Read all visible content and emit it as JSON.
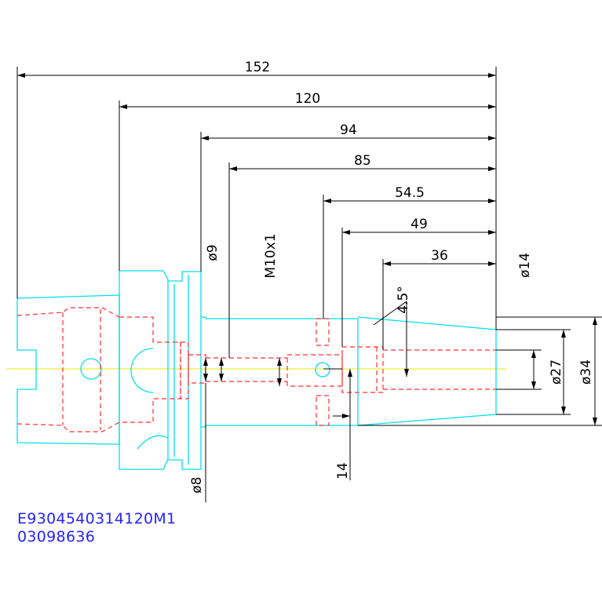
{
  "dimensions": {
    "len_152": "152",
    "len_120": "120",
    "len_94": "94",
    "len_85": "85",
    "len_54_5": "54.5",
    "len_49": "49",
    "len_36": "36",
    "dia_9": "ø9",
    "thread": "M10x1",
    "angle": "4.5°",
    "dia_14": "ø14",
    "dia_27": "ø27",
    "dia_34": "ø34",
    "dia_8": "ø8",
    "len_14": "14"
  },
  "captions": {
    "part_number": "E9304540314120M1",
    "code": "03098636"
  },
  "colors": {
    "outline": "#00e0f0",
    "hidden": "#ff3030",
    "dimension": "#000000",
    "centerline": "#e8e800",
    "caption": "#2424ff"
  }
}
